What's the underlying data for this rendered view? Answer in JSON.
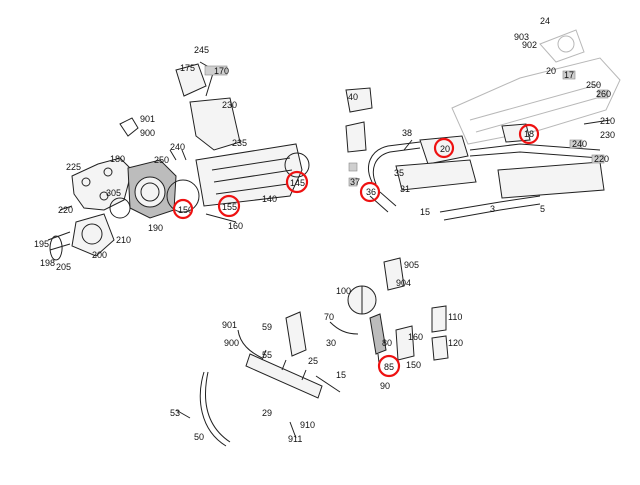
{
  "accent_color": "#e11",
  "panel_top_left": {
    "labels": [
      "245",
      "175",
      "170",
      "230",
      "901",
      "900",
      "235",
      "240",
      "225",
      "180",
      "250",
      "150",
      "155",
      "145",
      "140",
      "160",
      "305",
      "210",
      "190",
      "220",
      "195",
      "198",
      "205",
      "200"
    ],
    "highlighted": [
      "150",
      "155",
      "145"
    ]
  },
  "panel_top_right": {
    "labels": [
      "24",
      "903",
      "902",
      "20",
      "17",
      "260",
      "250",
      "240",
      "230",
      "220",
      "210",
      "40",
      "18",
      "38",
      "20",
      "37",
      "36",
      "35",
      "31",
      "3",
      "5",
      "15"
    ],
    "highlighted": [
      "20",
      "18",
      "36"
    ]
  },
  "panel_bottom": {
    "labels": [
      "905",
      "904",
      "100",
      "901",
      "900",
      "59",
      "70",
      "80",
      "85",
      "160",
      "150",
      "110",
      "120",
      "55",
      "30",
      "25",
      "15",
      "90",
      "53",
      "50",
      "29",
      "910",
      "911"
    ],
    "highlighted": [
      "85"
    ]
  }
}
